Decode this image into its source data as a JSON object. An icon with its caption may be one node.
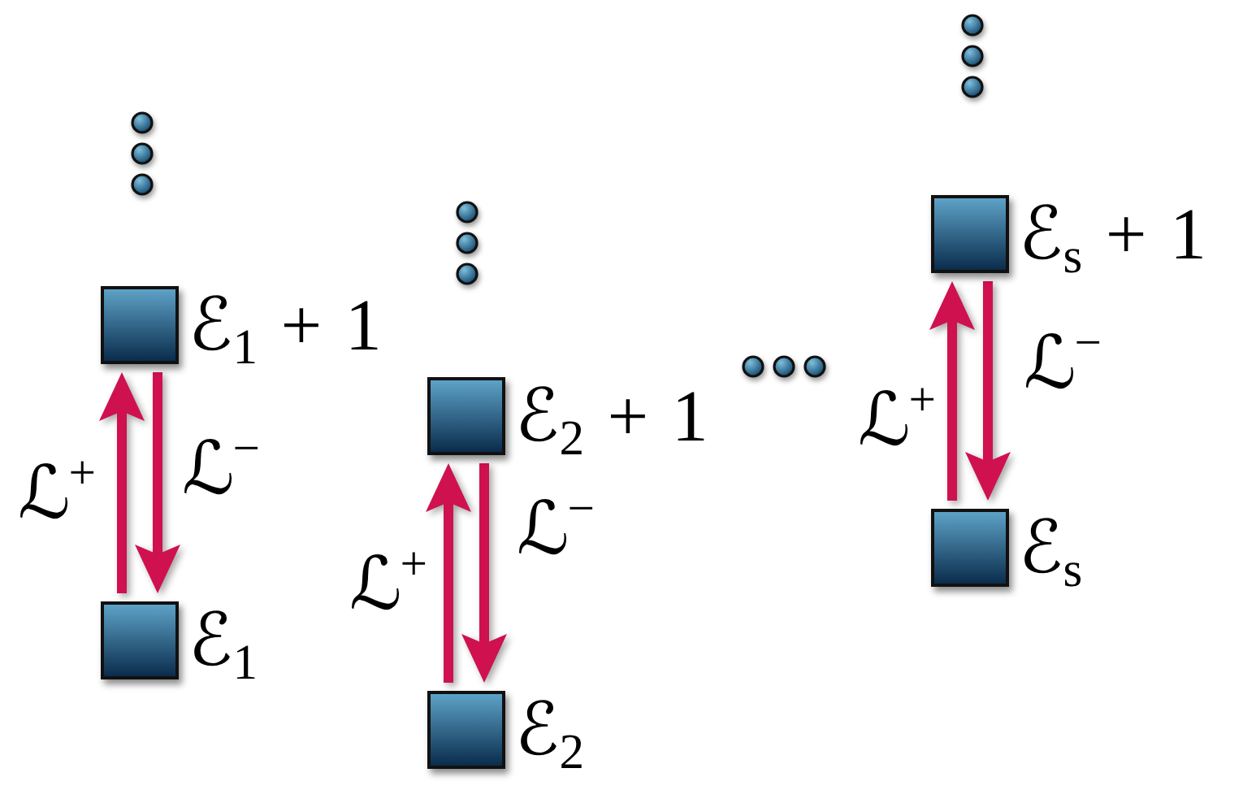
{
  "diagram": {
    "nodes": [
      {
        "text": [
          "ℰ$_{1}$ + 1"
        ]
      },
      {
        "text": [
          "ℰ$_{1}$"
        ]
      },
      {
        "text": [
          "ℰ$_{2}$ + 1"
        ]
      },
      {
        "text": [
          "ℰ$_{2}$"
        ]
      },
      {
        "text": [
          "ℰ$_{s}$ + 1"
        ]
      },
      {
        "text": [
          "ℰ$_{s}$"
        ]
      }
    ],
    "edges": [
      {
        "from": 1,
        "to": 0,
        "arrow": "to",
        "label": "ℒ$^{+}$"
      },
      {
        "from": 0,
        "to": 1,
        "arrow": "to",
        "label": "ℒ$^{−}$"
      },
      {
        "from": 3,
        "to": 2,
        "arrow": "to",
        "label": "ℒ$^{+}$"
      },
      {
        "from": 2,
        "to": 3,
        "arrow": "to",
        "label": "ℒ$^{−}$"
      },
      {
        "from": 5,
        "to": 4,
        "arrow": "to",
        "label": "ℒ$^{+}$"
      },
      {
        "from": 4,
        "to": 5,
        "arrow": "to",
        "label": "ℒ$^{−}$"
      }
    ]
  }
}
